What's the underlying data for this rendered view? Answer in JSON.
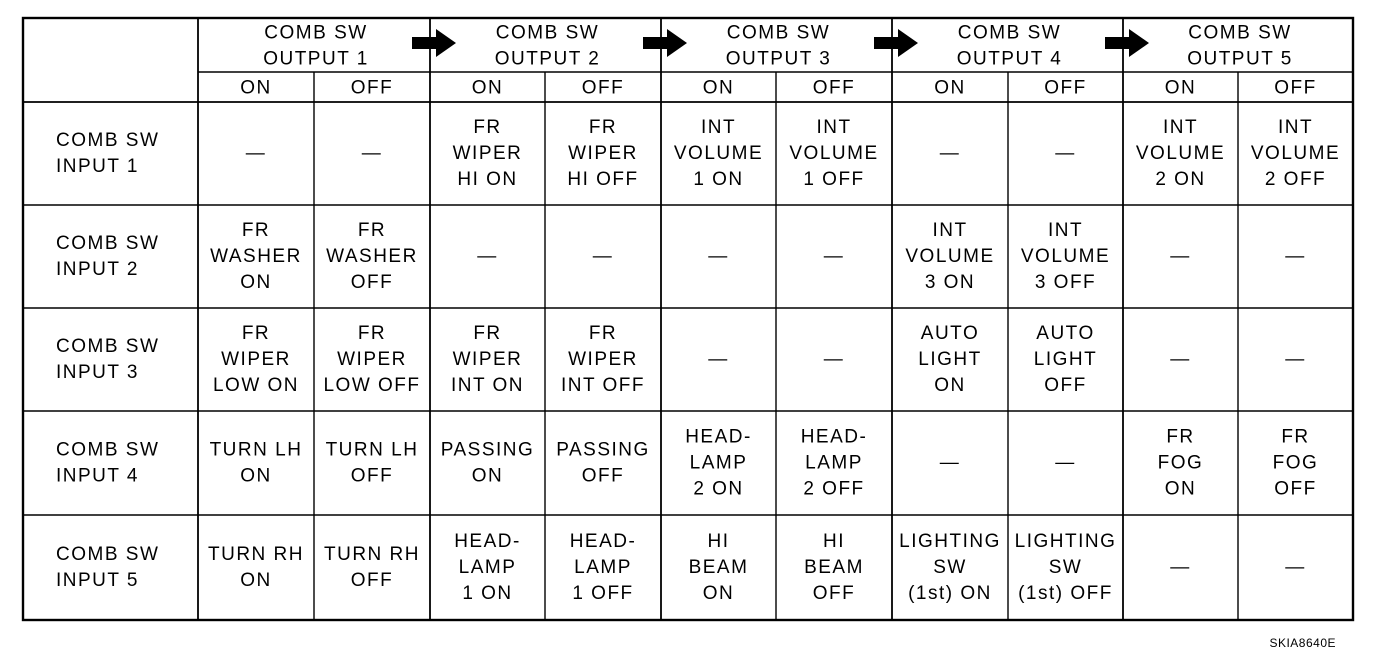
{
  "output_headers": [
    [
      "COMB SW",
      "OUTPUT 1"
    ],
    [
      "COMB SW",
      "OUTPUT 2"
    ],
    [
      "COMB SW",
      "OUTPUT 3"
    ],
    [
      "COMB SW",
      "OUTPUT 4"
    ],
    [
      "COMB SW",
      "OUTPUT 5"
    ]
  ],
  "state_labels": [
    "ON",
    "OFF"
  ],
  "rows": [
    {
      "label": [
        "COMB SW",
        "INPUT 1"
      ],
      "cells": [
        [
          "—"
        ],
        [
          "—"
        ],
        [
          "FR",
          "WIPER",
          "HI ON"
        ],
        [
          "FR",
          "WIPER",
          "HI OFF"
        ],
        [
          "INT",
          "VOLUME",
          "1 ON"
        ],
        [
          "INT",
          "VOLUME",
          "1 OFF"
        ],
        [
          "—"
        ],
        [
          "—"
        ],
        [
          "INT",
          "VOLUME",
          "2 ON"
        ],
        [
          "INT",
          "VOLUME",
          "2 OFF"
        ]
      ]
    },
    {
      "label": [
        "COMB SW",
        "INPUT 2"
      ],
      "cells": [
        [
          "FR",
          "WASHER",
          "ON"
        ],
        [
          "FR",
          "WASHER",
          "OFF"
        ],
        [
          "—"
        ],
        [
          "—"
        ],
        [
          "—"
        ],
        [
          "—"
        ],
        [
          "INT",
          "VOLUME",
          "3 ON"
        ],
        [
          "INT",
          "VOLUME",
          "3 OFF"
        ],
        [
          "—"
        ],
        [
          "—"
        ]
      ]
    },
    {
      "label": [
        "COMB SW",
        "INPUT 3"
      ],
      "cells": [
        [
          "FR",
          "WIPER",
          "LOW ON"
        ],
        [
          "FR",
          "WIPER",
          "LOW OFF"
        ],
        [
          "FR",
          "WIPER",
          "INT ON"
        ],
        [
          "FR",
          "WIPER",
          "INT OFF"
        ],
        [
          "—"
        ],
        [
          "—"
        ],
        [
          "AUTO",
          "LIGHT",
          "ON"
        ],
        [
          "AUTO",
          "LIGHT",
          "OFF"
        ],
        [
          "—"
        ],
        [
          "—"
        ]
      ]
    },
    {
      "label": [
        "COMB SW",
        "INPUT 4"
      ],
      "cells": [
        [
          "TURN LH",
          "ON"
        ],
        [
          "TURN LH",
          "OFF"
        ],
        [
          "PASSING",
          "ON"
        ],
        [
          "PASSING",
          "OFF"
        ],
        [
          "HEAD-",
          "LAMP",
          "2 ON"
        ],
        [
          "HEAD-",
          "LAMP",
          "2 OFF"
        ],
        [
          "—"
        ],
        [
          "—"
        ],
        [
          "FR",
          "FOG",
          "ON"
        ],
        [
          "FR",
          "FOG",
          "OFF"
        ]
      ]
    },
    {
      "label": [
        "COMB SW",
        "INPUT 5"
      ],
      "cells": [
        [
          "TURN RH",
          "ON"
        ],
        [
          "TURN RH",
          "OFF"
        ],
        [
          "HEAD-",
          "LAMP",
          "1 ON"
        ],
        [
          "HEAD-",
          "LAMP",
          "1 OFF"
        ],
        [
          "HI",
          "BEAM",
          "ON"
        ],
        [
          "HI",
          "BEAM",
          "OFF"
        ],
        [
          "LIGHTING",
          "SW",
          "(1st) ON"
        ],
        [
          "LIGHTING",
          "SW",
          "(1st) OFF"
        ],
        [
          "—"
        ],
        [
          "—"
        ]
      ]
    }
  ],
  "figure_id": "SKIA8640E",
  "arrow_icon": "right-arrow-icon"
}
